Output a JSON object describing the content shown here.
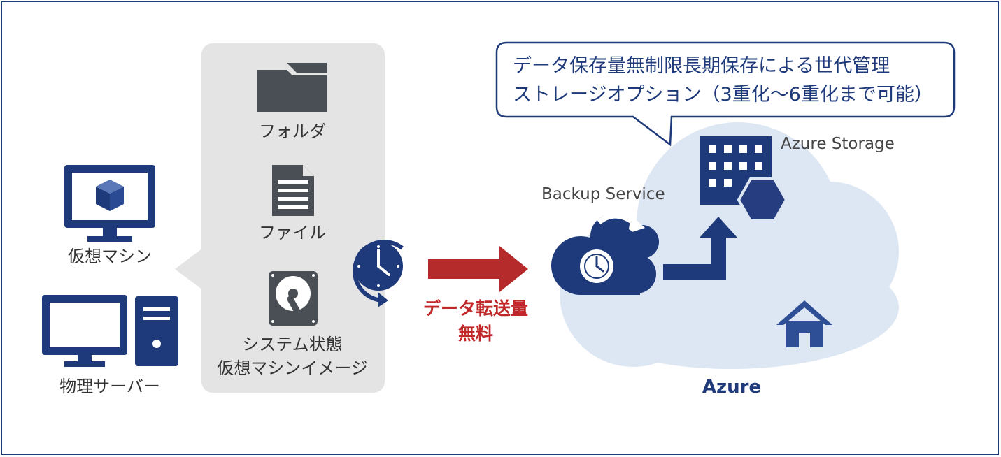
{
  "colors": {
    "navy": "#1f3a7a",
    "red": "#b52a2a",
    "panel": "#e4e4e4",
    "icon_dark": "#4a4f55",
    "cloud": "#dde7f3"
  },
  "sources": {
    "vm_label": "仮想マシン",
    "server_label": "物理サーバー"
  },
  "panel": {
    "folder_label": "フォルダ",
    "file_label": "ファイル",
    "system_label_line1": "システム状態",
    "system_label_line2": "仮想マシンイメージ"
  },
  "transfer": {
    "line1": "データ転送量",
    "line2": "無料"
  },
  "callout": {
    "line1": "データ保存量無制限長期保存による世代管理",
    "line2": "ストレージオプション（3重化〜6重化まで可能）"
  },
  "azure": {
    "backup_service_label": "Backup Service",
    "storage_label": "Azure Storage",
    "cloud_label": "Azure"
  }
}
